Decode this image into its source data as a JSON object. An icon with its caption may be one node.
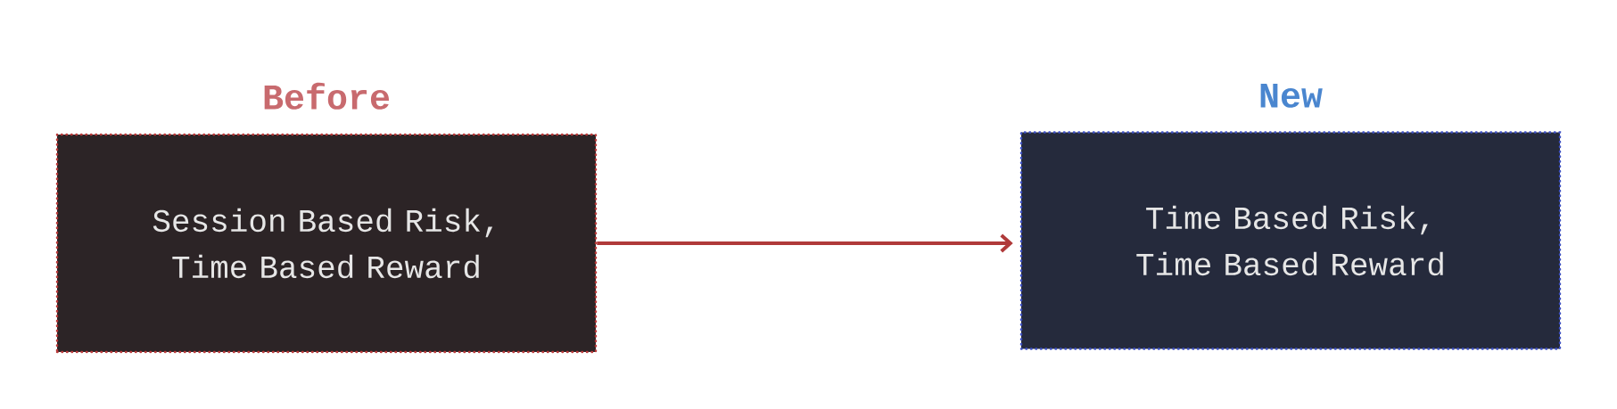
{
  "diagram": {
    "nodes": [
      {
        "text": [
          "Before",
          "Session Based Risk, Time Based Reward"
        ]
      },
      {
        "text": [
          "New",
          "Time Based Risk, Time Based Reward"
        ]
      }
    ],
    "edges": [
      {
        "from": 0,
        "to": 1,
        "arrow": "to"
      }
    ]
  }
}
